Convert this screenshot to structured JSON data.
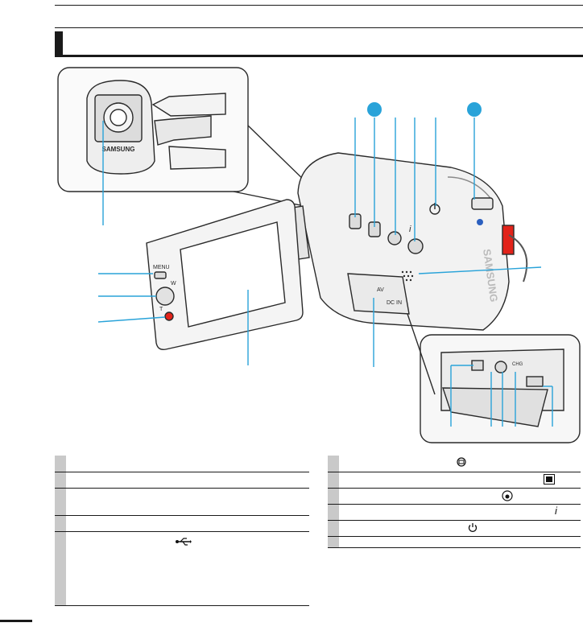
{
  "page": {
    "section_title": ""
  },
  "figure": {
    "brand_logo": "SAMSUNG",
    "menu_label": "MENU",
    "w_label": "W",
    "t_label": "T",
    "av_label": "AV",
    "dc_in_label": "DC IN",
    "chg_label": "CHG",
    "info_glyph": "i",
    "icons": [
      "lens-icon",
      "menu-button-icon",
      "zoom-lever-icon",
      "record-button-icon",
      "usb-icon",
      "power-icon",
      "info-icon",
      "face-detect-icon",
      "display-icon",
      "smart-auto-icon",
      "view-icon"
    ],
    "colors": {
      "outline": "#2a2a2a",
      "body": "#f2f2f2",
      "callout": "#29a3d9",
      "record": "#e2231a",
      "shade": "#c9c9c9"
    }
  },
  "legend_left": {
    "rows": [
      {
        "num": "",
        "text": ""
      },
      {
        "num": "",
        "text": ""
      },
      {
        "num": "",
        "text": ""
      },
      {
        "num": "",
        "text": ""
      },
      {
        "num": "",
        "text": "",
        "icon": "usb-icon"
      }
    ]
  },
  "legend_right": {
    "rows": [
      {
        "num": "",
        "text": "",
        "icon": "face-detect-icon"
      },
      {
        "num": "",
        "text": "",
        "icon": "display-icon"
      },
      {
        "num": "",
        "text": "",
        "icon": "smart-auto-icon"
      },
      {
        "num": "",
        "text": "",
        "icon": "info-icon"
      },
      {
        "num": "",
        "text": "",
        "icon": "power-icon"
      },
      {
        "num": "",
        "text": ""
      }
    ]
  }
}
